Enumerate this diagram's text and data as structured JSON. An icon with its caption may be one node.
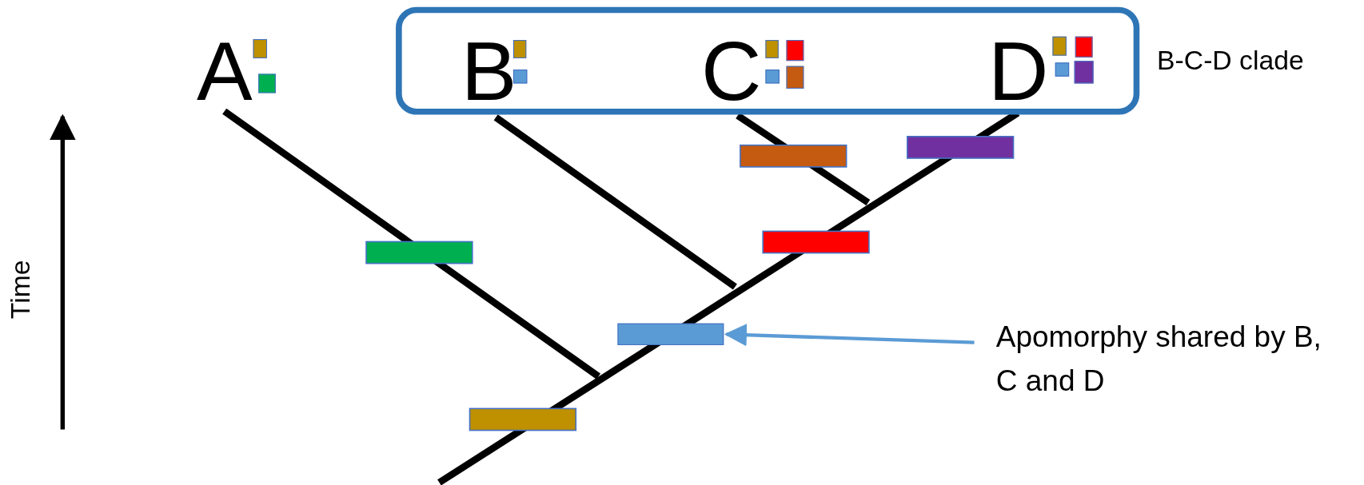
{
  "diagram": {
    "nodes": [
      {
        "text": [
          "B-C-D clade"
        ]
      },
      {
        "text": [
          "A"
        ]
      },
      {
        "text": [
          "B"
        ],
        "in": 0
      },
      {
        "text": [
          "C"
        ],
        "in": 0
      },
      {
        "text": [
          "D"
        ],
        "in": 0
      },
      {
        "text": [
          "Apomorphy shared by B, C and D"
        ]
      },
      {
        "text": [],
        "shape": "bar"
      }
    ],
    "edges": [
      {
        "from": 5,
        "to": 6,
        "arrow": "to"
      }
    ],
    "labels": [
      "Time"
    ]
  }
}
